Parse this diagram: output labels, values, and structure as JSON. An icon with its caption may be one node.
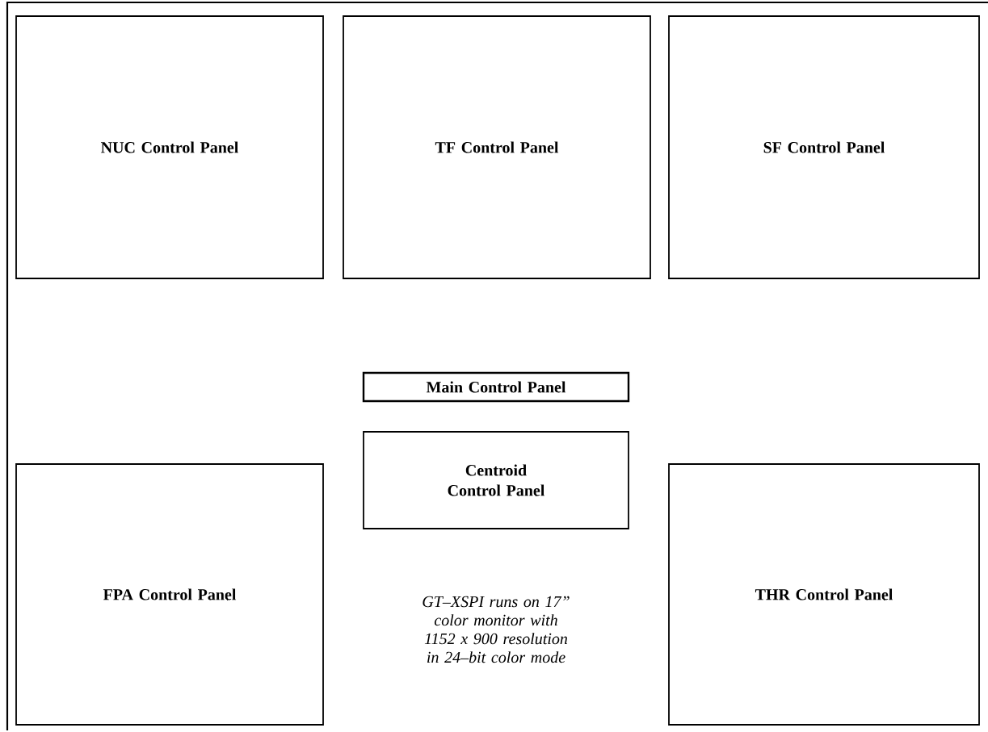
{
  "diagram": {
    "nodes": [
      {
        "text": [
          "NUC Control Panel"
        ]
      },
      {
        "text": [
          "TF Control Panel"
        ]
      },
      {
        "text": [
          "SF Control Panel"
        ]
      },
      {
        "text": [
          "Main Control Panel"
        ]
      },
      {
        "text": [
          "Centroid Control Panel"
        ]
      },
      {
        "text": [
          "FPA Control Panel"
        ]
      },
      {
        "text": [
          "THR Control Panel"
        ]
      }
    ],
    "labels": [
      "GT–XSPI runs on 17” color monitor with 1152 x 900 resolution in 24–bit color mode"
    ]
  }
}
